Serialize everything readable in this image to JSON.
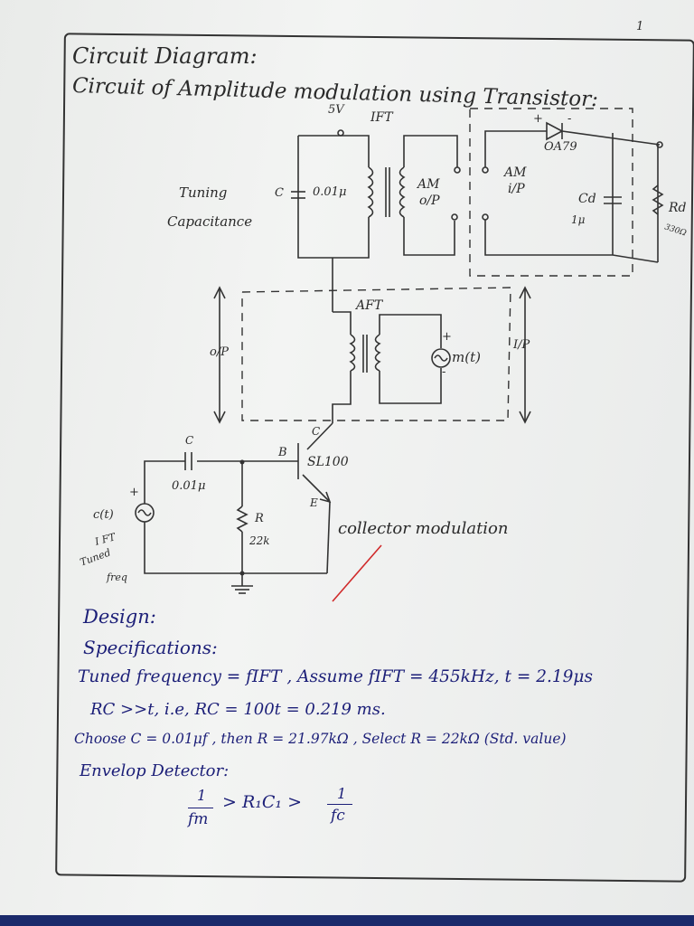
{
  "page_number": "1",
  "header": {
    "title": "Circuit Diagram:",
    "subtitle": "Circuit of Amplitude modulation using Transistor:"
  },
  "diagram": {
    "supply": "5V",
    "ift": "IFT",
    "diode": "OA79",
    "plus": "+",
    "minus": "-",
    "c_label": "C",
    "c_value": "0.01μ",
    "tuning_line1": "Tuning",
    "tuning_line2": "Capacitance",
    "am_op_line1": "AM",
    "am_op_line2": "o/P",
    "am_ip_line1": "AM",
    "am_ip_line2": "i/P",
    "cd_label": "Cd",
    "cd_value": "1μ",
    "rd_label": "Rd",
    "rd_value": "330Ω",
    "aft": "AFT",
    "op_arrow": "o/P",
    "ip_arrow": "I/P",
    "mt": "m(t)",
    "collector": "C",
    "base": "B",
    "emitter": "E",
    "transistor": "SL100",
    "coupling_c": "C",
    "coupling_c_value": "0.01μ",
    "r_label": "R",
    "r_value": "22k",
    "ct": "c(t)",
    "ct_plus": "+",
    "ift_tuned": "I FT",
    "tuned": "Tuned",
    "freq": "freq",
    "collector_modulation": "collector modulation"
  },
  "design": {
    "heading": "Design:",
    "specs": "Specifications:",
    "line1": "Tuned frequency = fIFT , Assume fIFT = 455kHz, t = 2.19μs",
    "line2": "RC >>t,  i.e,  RC = 100t = 0.219 ms.",
    "line3": "Choose  C = 0.01μf , then  R = 21.97kΩ , Select R = 22kΩ (Std. value)",
    "line4": "Envelop Detector:",
    "formula_left_num": "1",
    "formula_left_den": "fm",
    "formula_mid": "> R₁C₁ >",
    "formula_right_num": "1",
    "formula_right_den": "fc"
  }
}
